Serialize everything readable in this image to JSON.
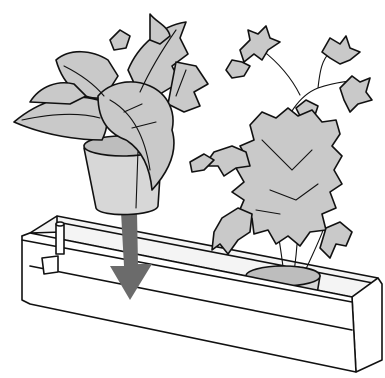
{
  "illustration": {
    "subject": "",
    "colors": {
      "foliage": "#c9c9c9",
      "pot": "#d7d7d7",
      "outline": "#111111",
      "arrow": "#666666",
      "background": "#ffffff"
    },
    "objects": [
      {
        "name": "planter-box",
        "icon": "planter-trough"
      },
      {
        "name": "potted-plant-lifted",
        "icon": "potted-plant"
      },
      {
        "name": "potted-plant-placed",
        "icon": "potted-plant"
      },
      {
        "name": "downward-arrow",
        "icon": "arrow-down"
      }
    ]
  }
}
